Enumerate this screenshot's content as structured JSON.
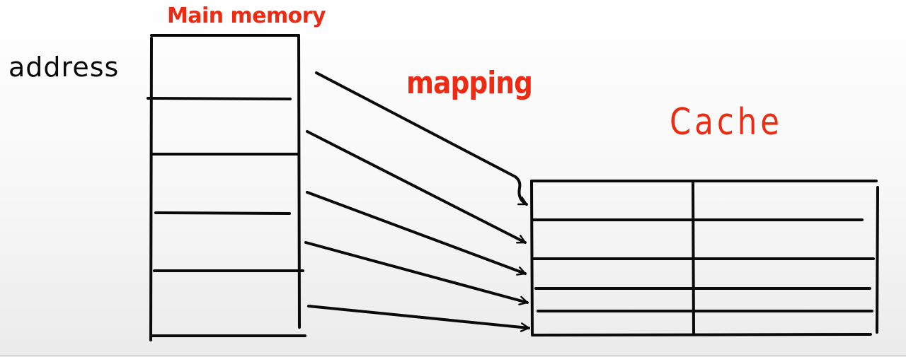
{
  "labels": {
    "address": "address",
    "main_memory": "Main memory",
    "mapping": "mapping",
    "cache": "Cache"
  },
  "colors": {
    "ink": "#0a0a0a",
    "accent": "#ee2a12",
    "background": "#f4f4f4"
  }
}
